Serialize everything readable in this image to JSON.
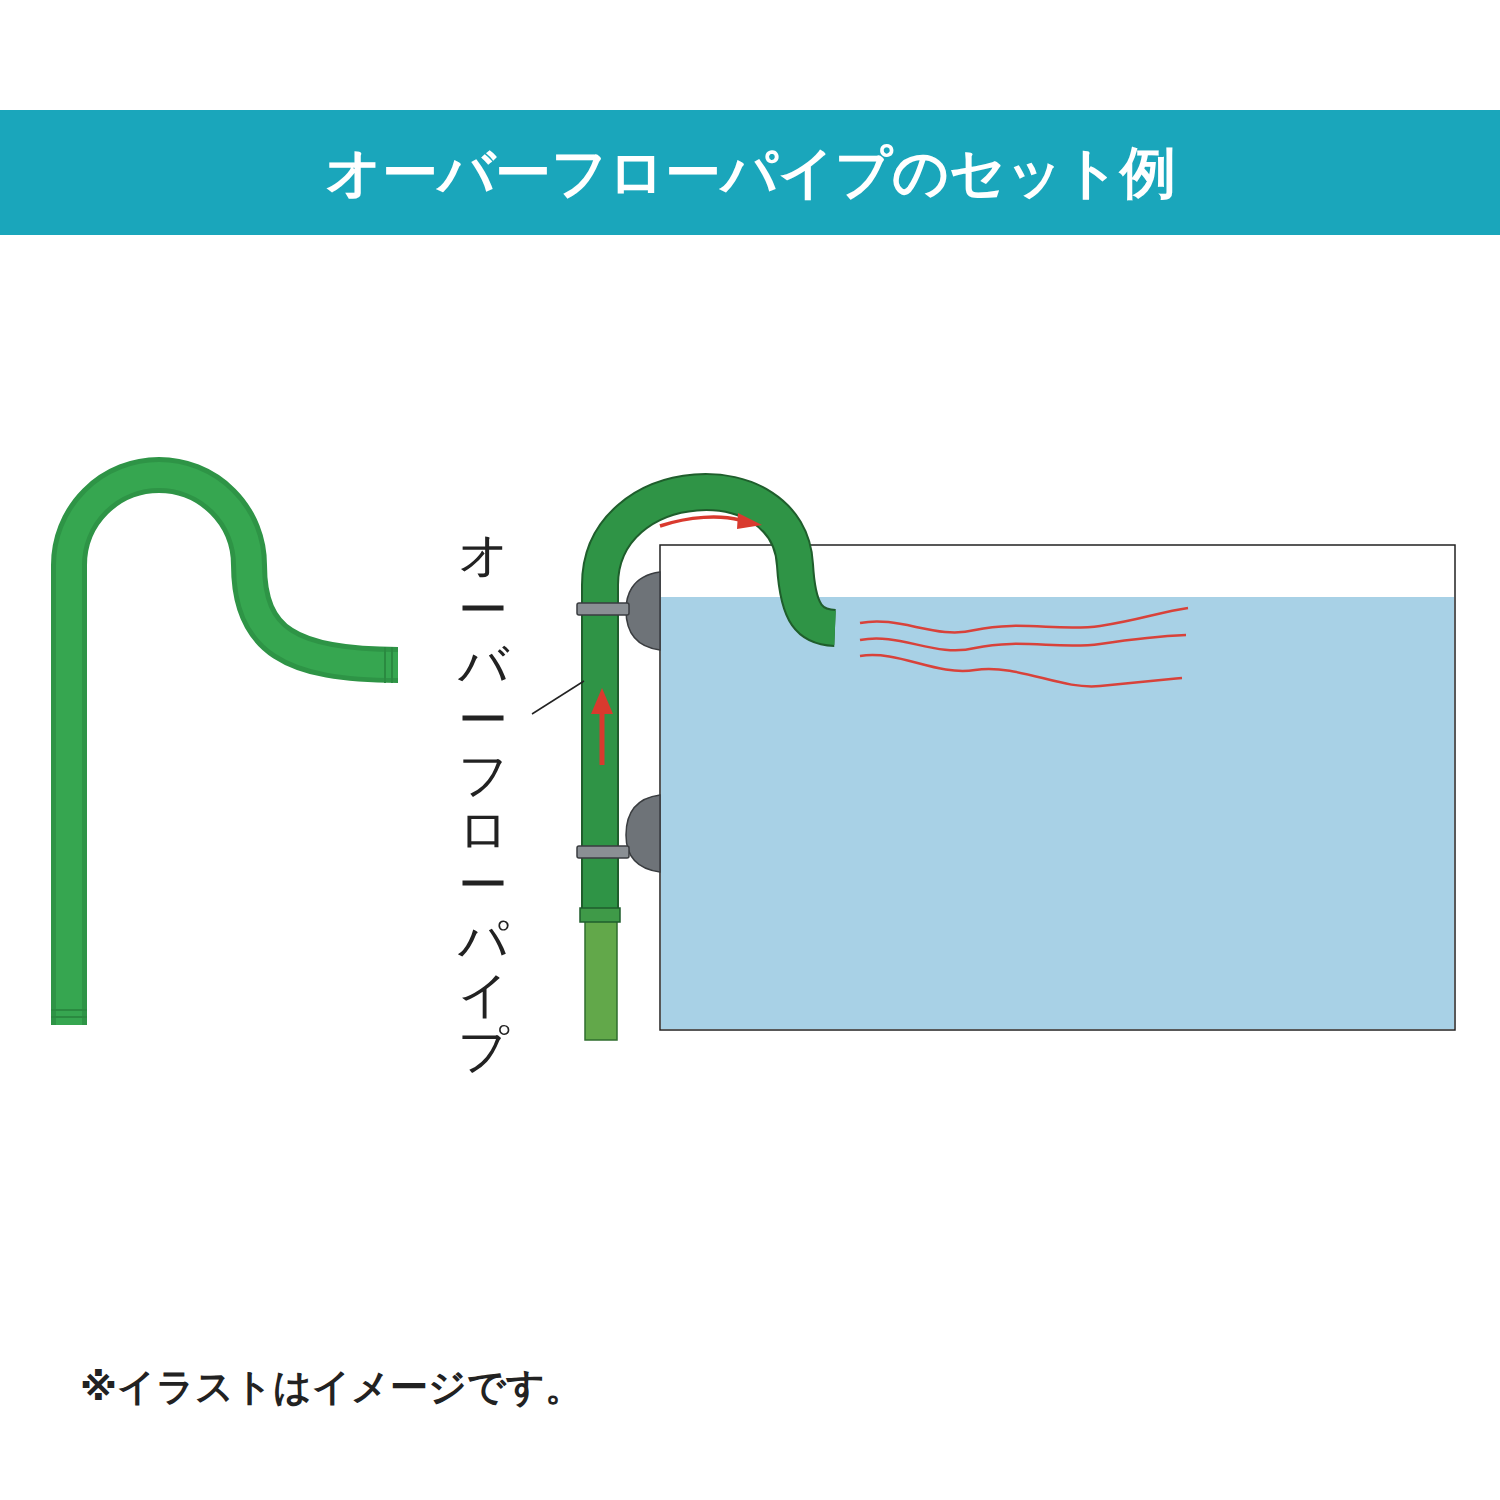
{
  "diagram": {
    "title": "オーバーフローパイプのセット例",
    "caption": "※イラストはイメージです。",
    "labels": [
      "オーバーフローパイプ"
    ]
  }
}
